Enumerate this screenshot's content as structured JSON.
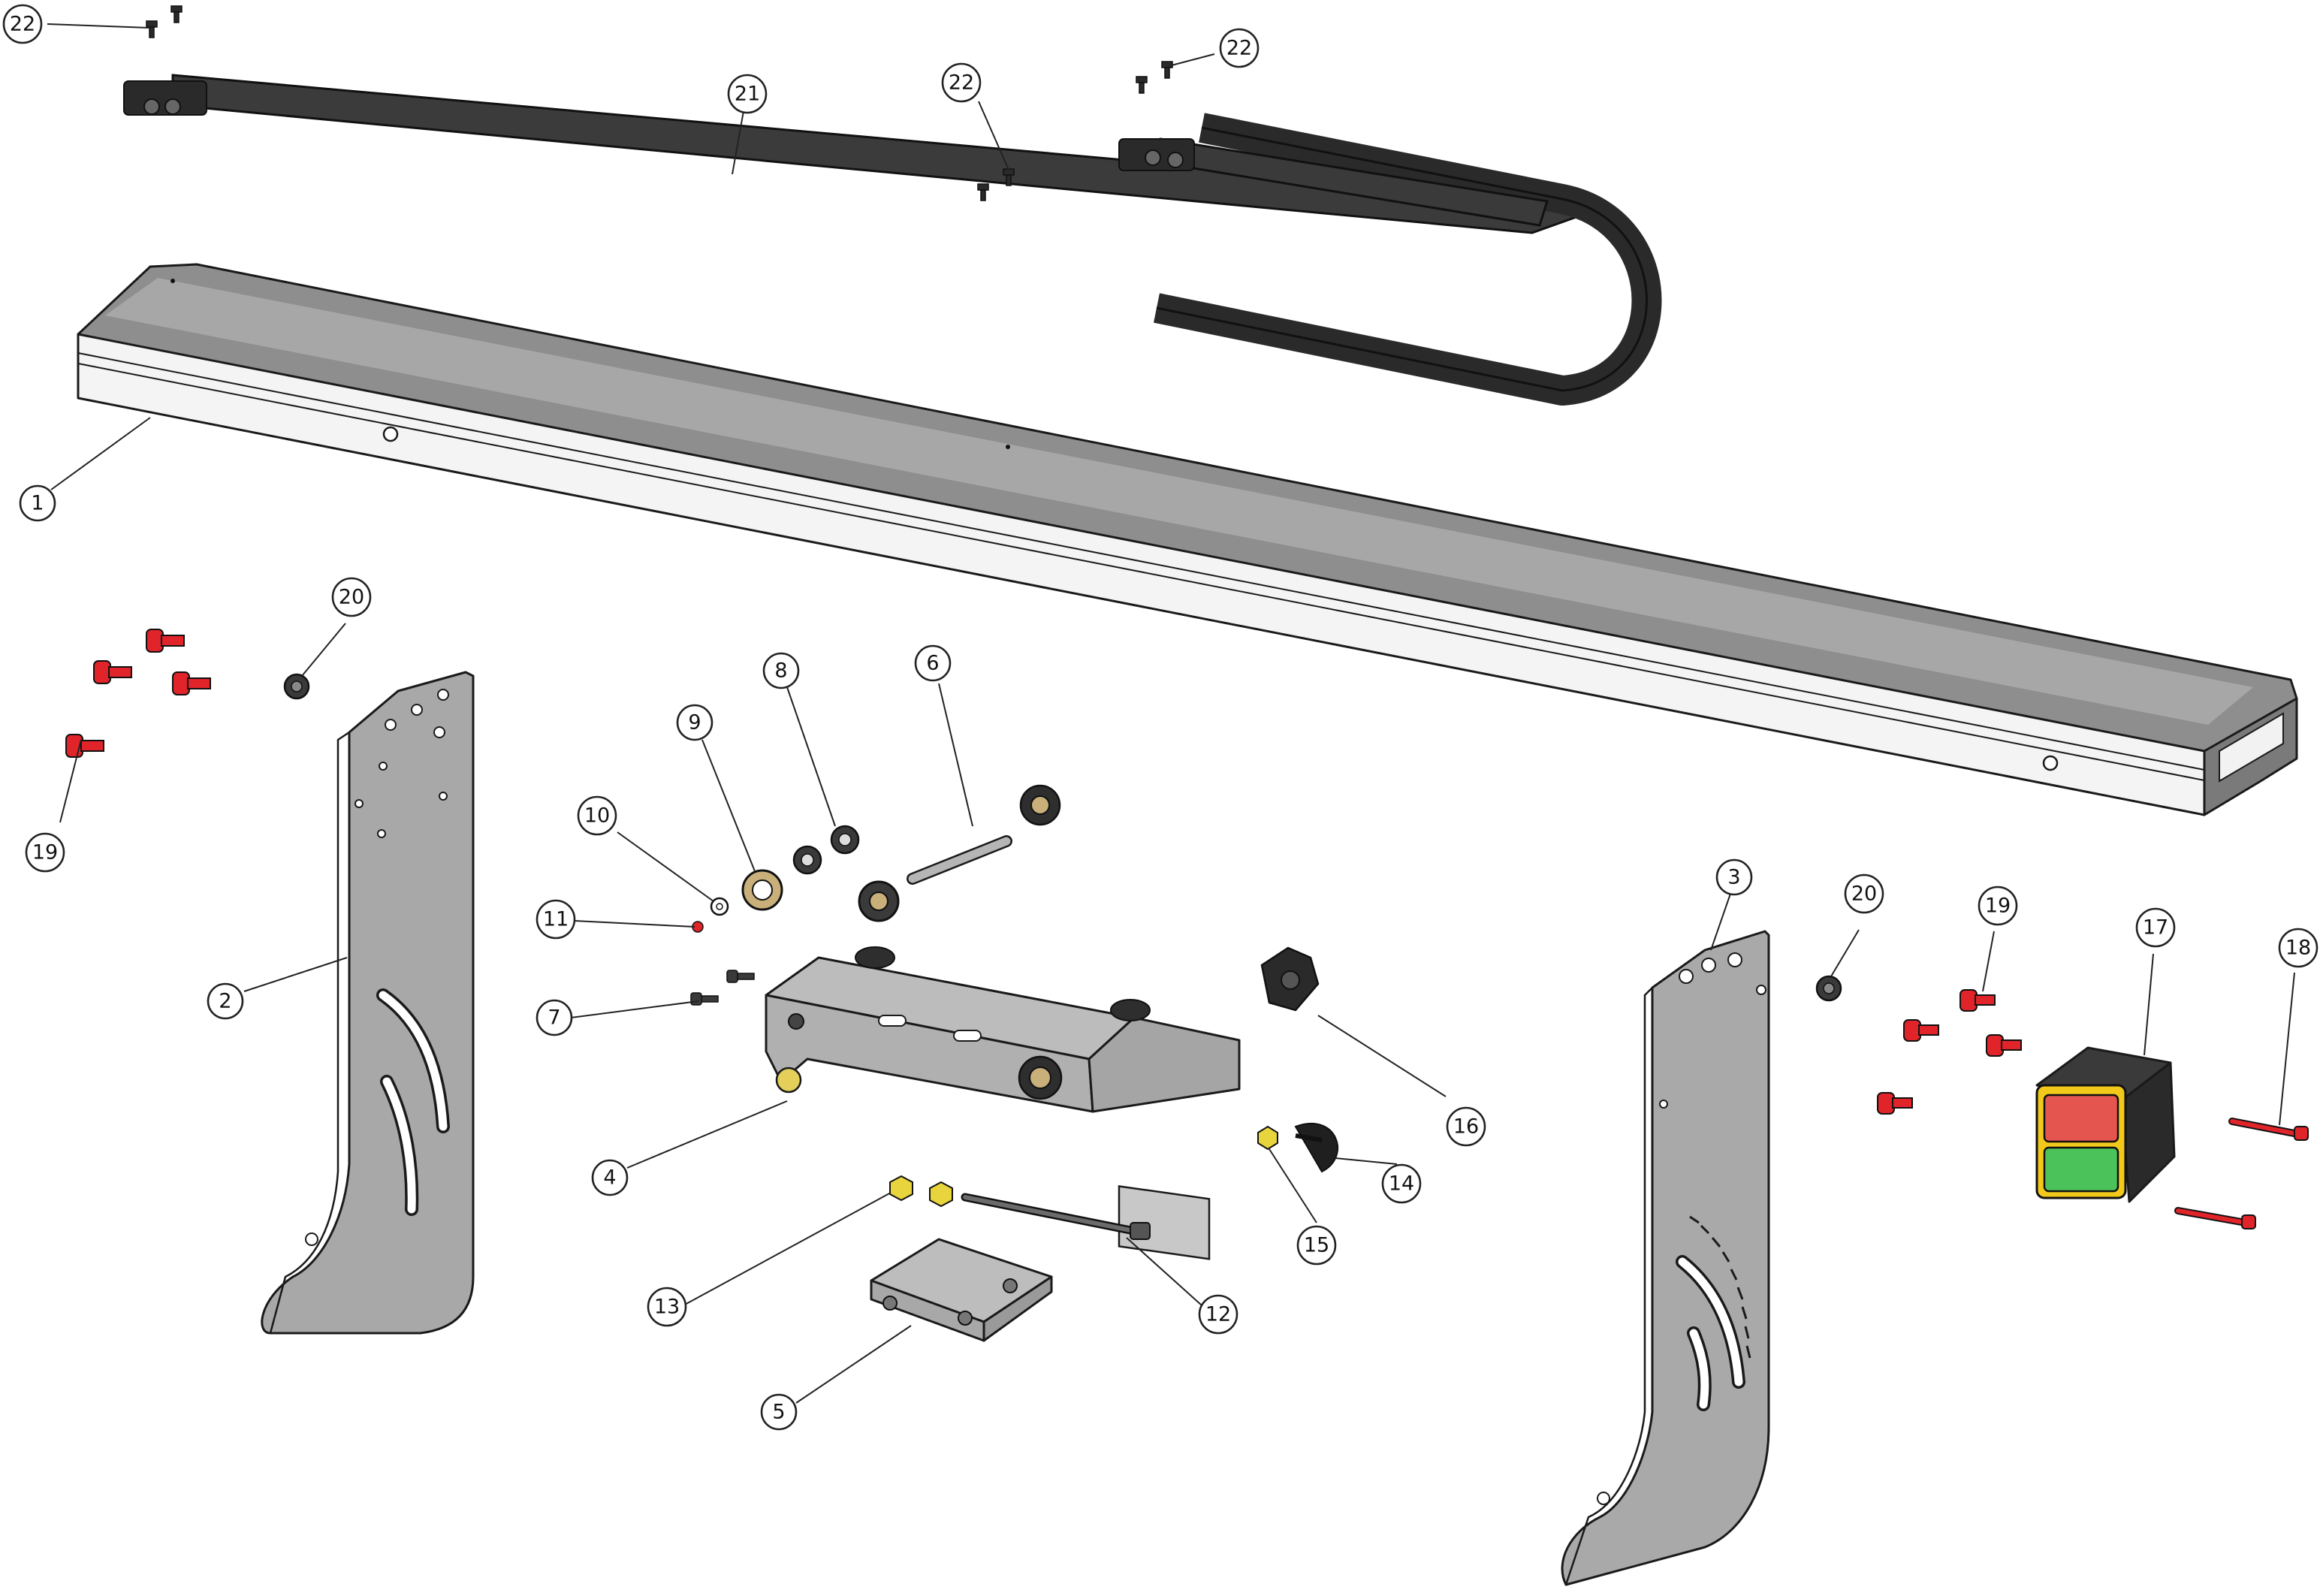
{
  "colors": {
    "rail_top": "#8c8c8c",
    "rail_face": "#f3f3f3",
    "rail_side": "#6f6f6f",
    "chain": "#3a3a3a",
    "chain_dark": "#1d1d1d",
    "plate": "#a9a9a9",
    "plate_dark": "#8e8e8e",
    "bolt_red": "#e0242a",
    "nut_yellow": "#e8d43c",
    "switch_yellow": "#f2c81a",
    "switch_red": "#e4554f",
    "switch_green": "#4cc35a",
    "bearing_bronze": "#c9b07a",
    "dark_part": "#2e2e2e"
  },
  "callouts": [
    {
      "id": "c1",
      "label": "1"
    },
    {
      "id": "c2",
      "label": "2"
    },
    {
      "id": "c3",
      "label": "3"
    },
    {
      "id": "c4",
      "label": "4"
    },
    {
      "id": "c5",
      "label": "5"
    },
    {
      "id": "c6",
      "label": "6"
    },
    {
      "id": "c7",
      "label": "7"
    },
    {
      "id": "c8",
      "label": "8"
    },
    {
      "id": "c9",
      "label": "9"
    },
    {
      "id": "c10",
      "label": "10"
    },
    {
      "id": "c11",
      "label": "11"
    },
    {
      "id": "c12",
      "label": "12"
    },
    {
      "id": "c13",
      "label": "13"
    },
    {
      "id": "c14",
      "label": "14"
    },
    {
      "id": "c15",
      "label": "15"
    },
    {
      "id": "c16",
      "label": "16"
    },
    {
      "id": "c17",
      "label": "17"
    },
    {
      "id": "c18",
      "label": "18"
    },
    {
      "id": "c19a",
      "label": "19"
    },
    {
      "id": "c19b",
      "label": "19"
    },
    {
      "id": "c20a",
      "label": "20"
    },
    {
      "id": "c20b",
      "label": "20"
    },
    {
      "id": "c21",
      "label": "21"
    },
    {
      "id": "c22a",
      "label": "22"
    },
    {
      "id": "c22b",
      "label": "22"
    },
    {
      "id": "c22c",
      "label": "22"
    }
  ]
}
